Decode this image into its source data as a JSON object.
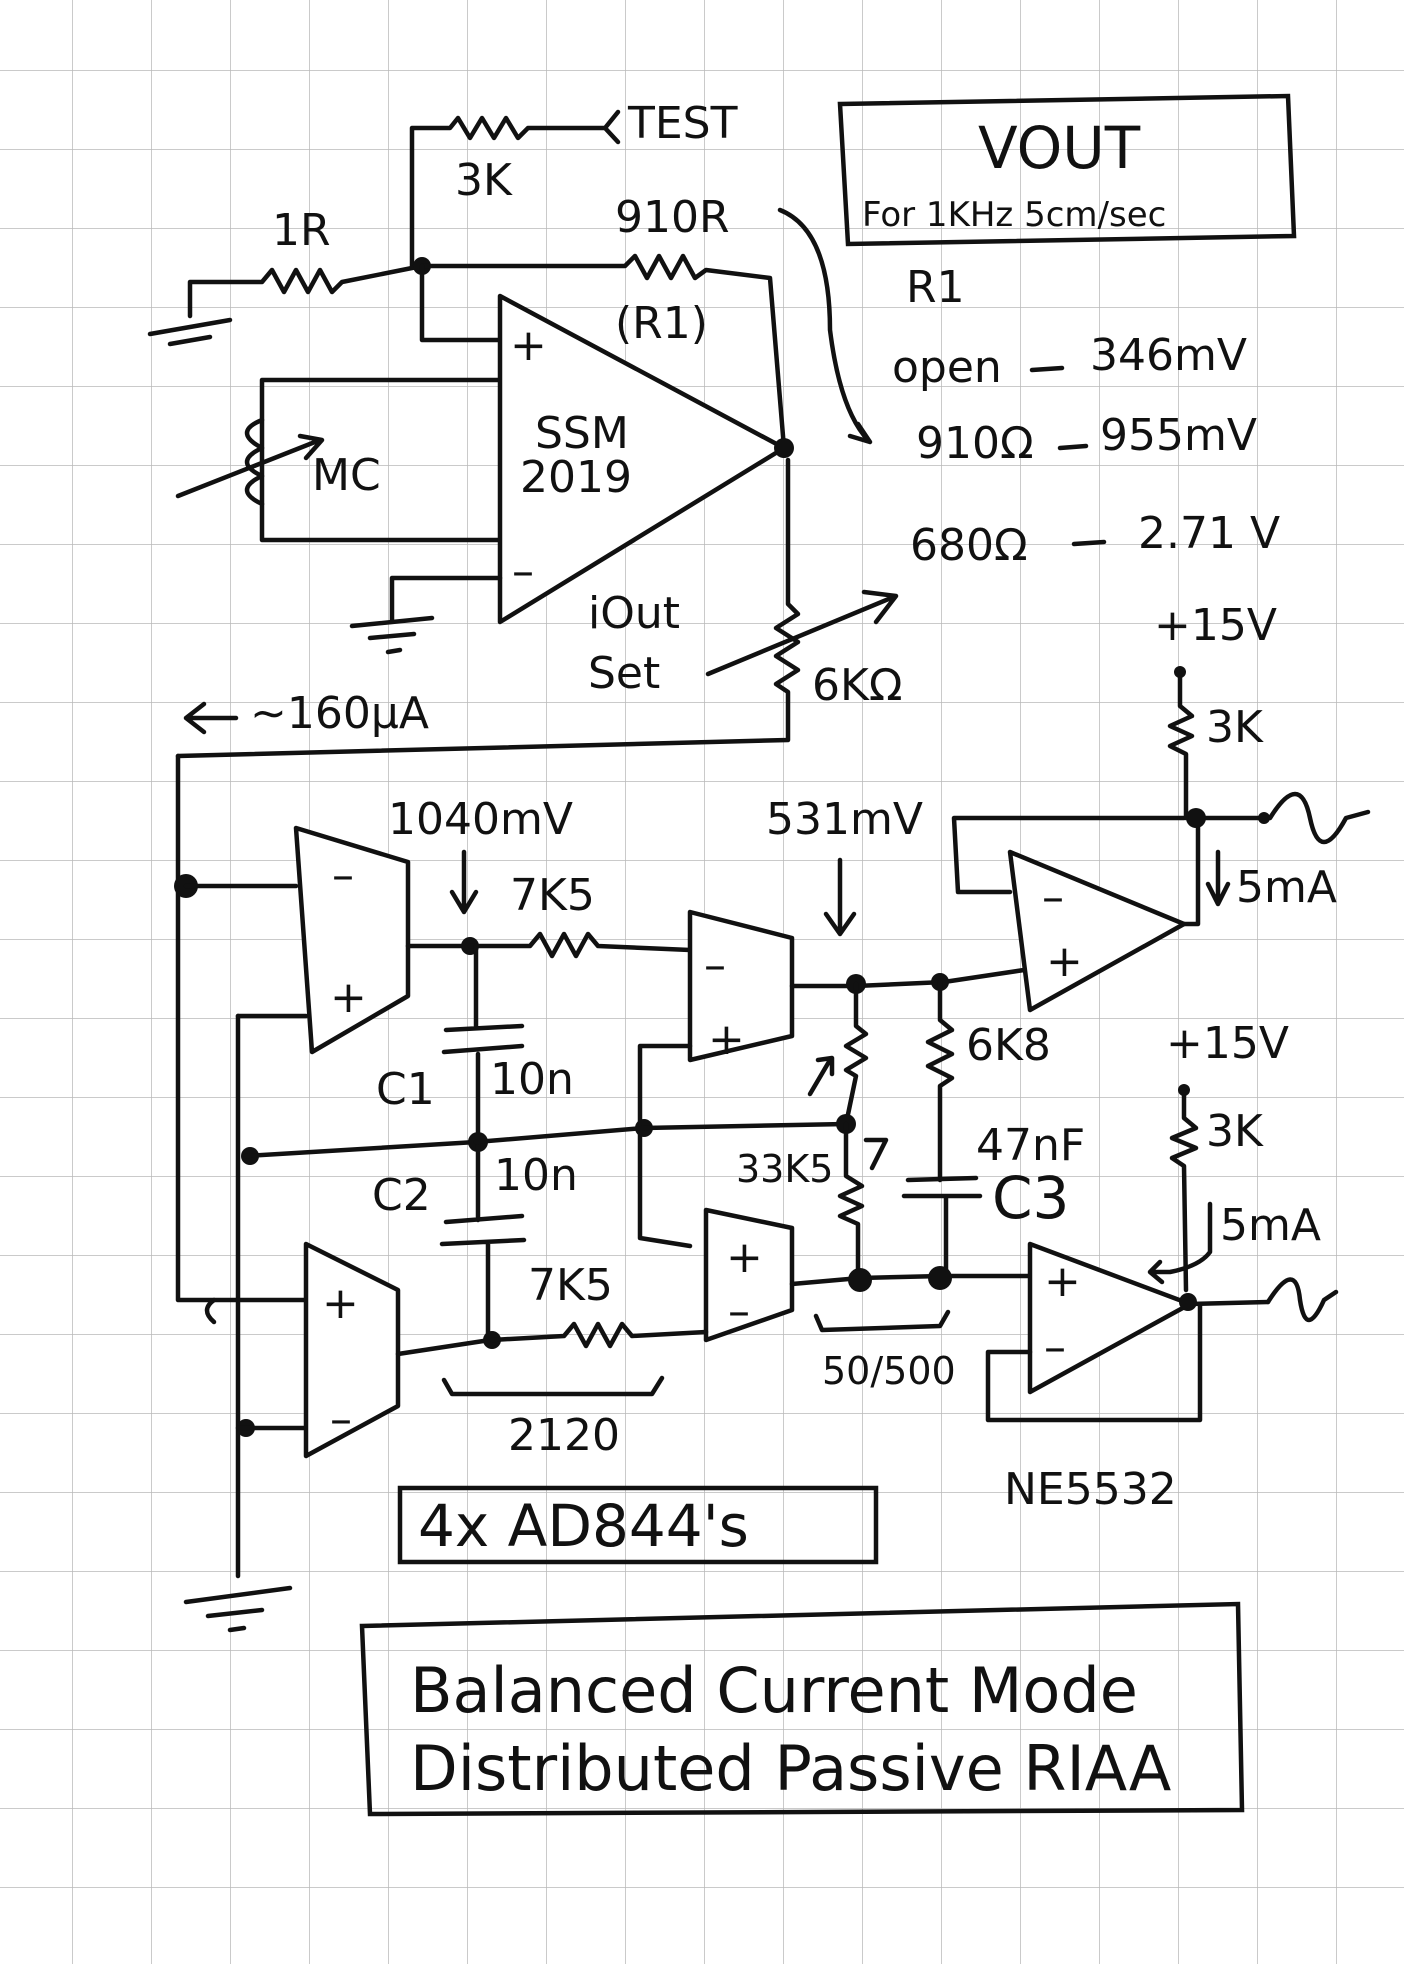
{
  "diagram": {
    "test_label": "TEST",
    "r_test": "3K",
    "r_in": "1R",
    "r1_value": "910R",
    "r1_name": "(R1)",
    "mc_label": "MC",
    "opamp1_line1": "SSM",
    "opamp1_line2": "2019",
    "plus": "+",
    "minus": "–",
    "iout_line1": "iOut",
    "iout_line2": "Set",
    "pot_value": "6KΩ",
    "current_in": "∼160μA",
    "v_node1": "1040mV",
    "v_node2": "531mV",
    "r_top": "7K5",
    "r_bottom": "7K5",
    "c1_name": "C1",
    "c1_value": "10n",
    "c2_name": "C2",
    "c2_value": "10n",
    "r_pot2": "33K5",
    "r_6k8": "6K8",
    "c3_value": "47nF",
    "c3_name": "C3",
    "ratio_label": "50/500",
    "tc_label": "2120",
    "supply_top": "+15V",
    "supply_bottom": "+15V",
    "r_pullup_top": "3K",
    "r_pullup_bottom": "3K",
    "i_top": "5mA",
    "i_bottom": "5mA",
    "ne_label": "NE5532",
    "ad_label": "4x AD844's",
    "title_line1": "Balanced Current Mode",
    "title_line2": "Distributed Passive RIAA"
  },
  "vout_table": {
    "header_line1": "VOUT",
    "header_line2": "For 1KHz 5cm/sec",
    "r1_heading": "R1",
    "rows": [
      {
        "r": "open",
        "v": "346mV"
      },
      {
        "r": "910Ω",
        "v": "955mV"
      },
      {
        "r": "680Ω",
        "v": "2.71 V"
      }
    ]
  }
}
